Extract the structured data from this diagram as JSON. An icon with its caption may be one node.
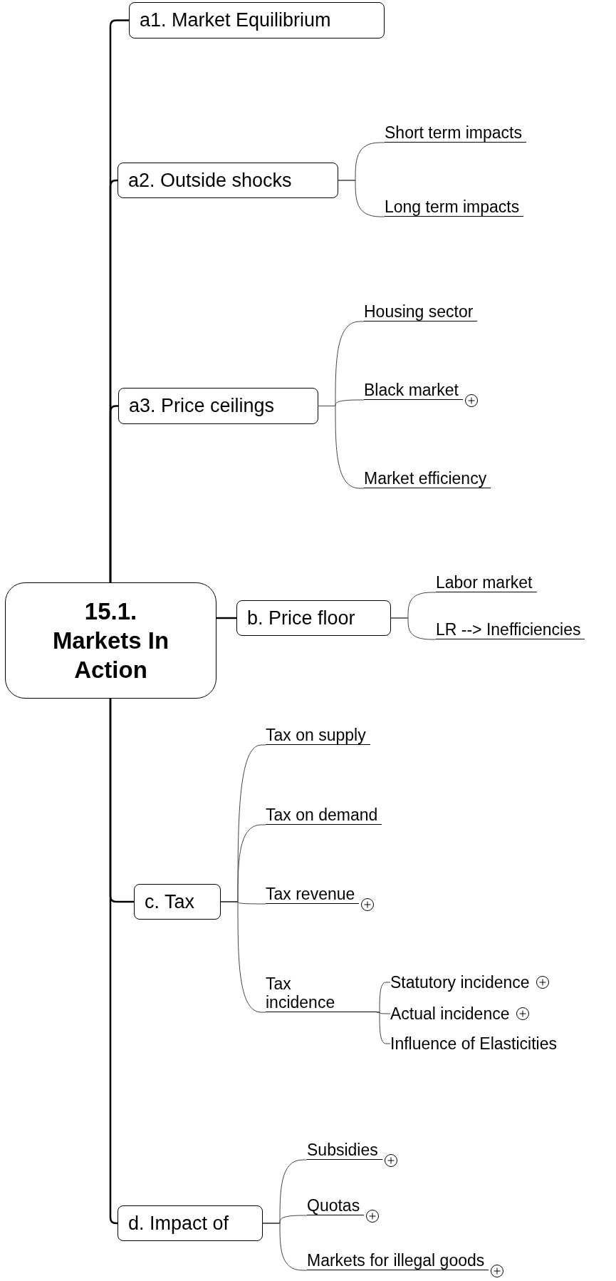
{
  "diagram": {
    "nodes": [
      {
        "text": [
          "15.1. Markets In Action"
        ]
      },
      {
        "text": [
          "a1. Market Equilibrium"
        ]
      },
      {
        "text": [
          "a2. Outside shocks"
        ]
      },
      {
        "text": [
          "Short term impacts"
        ]
      },
      {
        "text": [
          "Long term impacts"
        ]
      },
      {
        "text": [
          "a3. Price ceilings"
        ]
      },
      {
        "text": [
          "Housing sector"
        ]
      },
      {
        "text": [
          "Black market"
        ]
      },
      {
        "text": [
          "Market efficiency"
        ]
      },
      {
        "text": [
          "b. Price floor"
        ]
      },
      {
        "text": [
          "Labor market"
        ]
      },
      {
        "text": [
          "LR --> Inefficiencies"
        ]
      },
      {
        "text": [
          "c. Tax"
        ]
      },
      {
        "text": [
          "Tax on supply"
        ]
      },
      {
        "text": [
          "Tax on demand"
        ]
      },
      {
        "text": [
          "Tax revenue"
        ]
      },
      {
        "text": [
          "Tax incidence"
        ]
      },
      {
        "text": [
          "Statutory incidence"
        ]
      },
      {
        "text": [
          "Actual incidence"
        ]
      },
      {
        "text": [
          "Influence of Elasticities"
        ]
      },
      {
        "text": [
          "d. Impact of"
        ]
      },
      {
        "text": [
          "Subsidies"
        ]
      },
      {
        "text": [
          "Quotas"
        ]
      },
      {
        "text": [
          "Markets for illegal goods"
        ]
      }
    ],
    "edges": [
      {
        "from": 0,
        "to": 1,
        "arrow": "none"
      },
      {
        "from": 0,
        "to": 2,
        "arrow": "none"
      },
      {
        "from": 2,
        "to": 3,
        "arrow": "none"
      },
      {
        "from": 2,
        "to": 4,
        "arrow": "none"
      },
      {
        "from": 0,
        "to": 5,
        "arrow": "none"
      },
      {
        "from": 5,
        "to": 6,
        "arrow": "none"
      },
      {
        "from": 5,
        "to": 7,
        "arrow": "none"
      },
      {
        "from": 5,
        "to": 8,
        "arrow": "none"
      },
      {
        "from": 0,
        "to": 9,
        "arrow": "none"
      },
      {
        "from": 9,
        "to": 10,
        "arrow": "none"
      },
      {
        "from": 9,
        "to": 11,
        "arrow": "none"
      },
      {
        "from": 0,
        "to": 12,
        "arrow": "none"
      },
      {
        "from": 12,
        "to": 13,
        "arrow": "none"
      },
      {
        "from": 12,
        "to": 14,
        "arrow": "none"
      },
      {
        "from": 12,
        "to": 15,
        "arrow": "none"
      },
      {
        "from": 12,
        "to": 16,
        "arrow": "none"
      },
      {
        "from": 16,
        "to": 17,
        "arrow": "none"
      },
      {
        "from": 16,
        "to": 18,
        "arrow": "none"
      },
      {
        "from": 16,
        "to": 19,
        "arrow": "none"
      },
      {
        "from": 0,
        "to": 20,
        "arrow": "none"
      },
      {
        "from": 20,
        "to": 21,
        "arrow": "none"
      },
      {
        "from": 20,
        "to": 22,
        "arrow": "none"
      },
      {
        "from": 20,
        "to": 23,
        "arrow": "none"
      }
    ]
  }
}
